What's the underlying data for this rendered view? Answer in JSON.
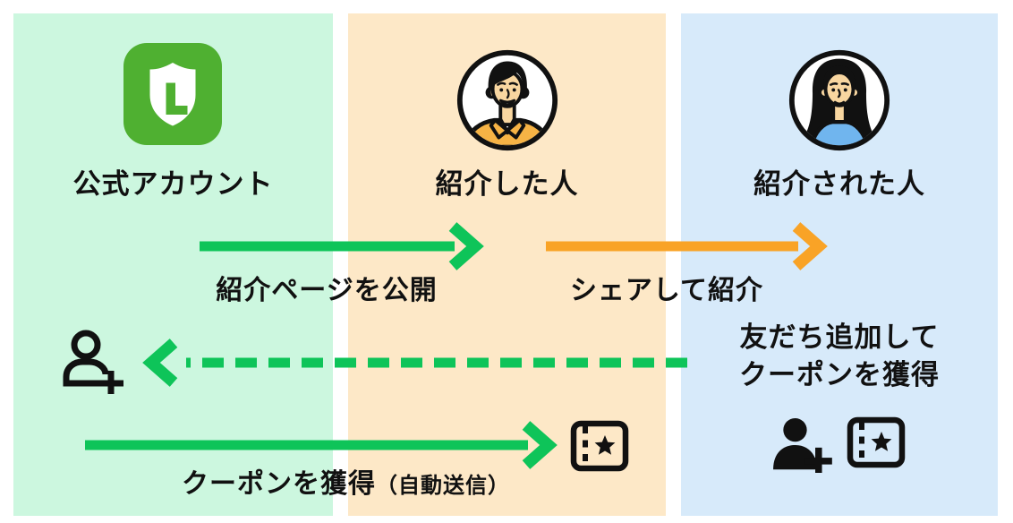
{
  "columns": [
    {
      "id": "official-account",
      "label": "公式アカウント",
      "bg": "#ccf7df",
      "icon": "line-official-account-shield-icon"
    },
    {
      "id": "referrer",
      "label": "紹介した人",
      "bg": "#fde8c7",
      "icon": "referrer-avatar"
    },
    {
      "id": "referred",
      "label": "紹介された人",
      "bg": "#d7eafa",
      "icon": "referred-avatar"
    }
  ],
  "flows": [
    {
      "label": "紹介ページを公開",
      "style": "solid",
      "color": "#0ec459",
      "from": "公式アカウント",
      "to": "紹介した人"
    },
    {
      "label": "シェアして紹介",
      "style": "solid",
      "color": "#f9a326",
      "from": "紹介した人",
      "to": "紹介された人"
    },
    {
      "label_line1": "友だち追加して",
      "label_line2": "クーポンを獲得",
      "style": "dashed",
      "color": "#0ec459",
      "from": "紹介された人",
      "to": "公式アカウント"
    },
    {
      "label": "クーポンを獲得",
      "note": "（自動送信）",
      "style": "solid",
      "color": "#0ec459",
      "from": "公式アカウント",
      "to": "紹介した人"
    }
  ],
  "icons": {
    "friend_add_outline": "friend-add-icon",
    "friend_add_filled": "friend-added-icon",
    "coupon_sent": "coupon-ticket-icon",
    "coupon_received": "coupon-ticket-icon"
  },
  "colors": {
    "line_brand_green": "#4fb031",
    "arrow_green": "#0ec459",
    "arrow_orange": "#f9a326",
    "panel_green": "#ccf7df",
    "panel_orange": "#fde8c7",
    "panel_blue": "#d7eafa",
    "outline_black": "#111111",
    "skin": "#f8d6a0",
    "shirt_orange": "#f6b345",
    "shirt_blue": "#70b5ee"
  }
}
